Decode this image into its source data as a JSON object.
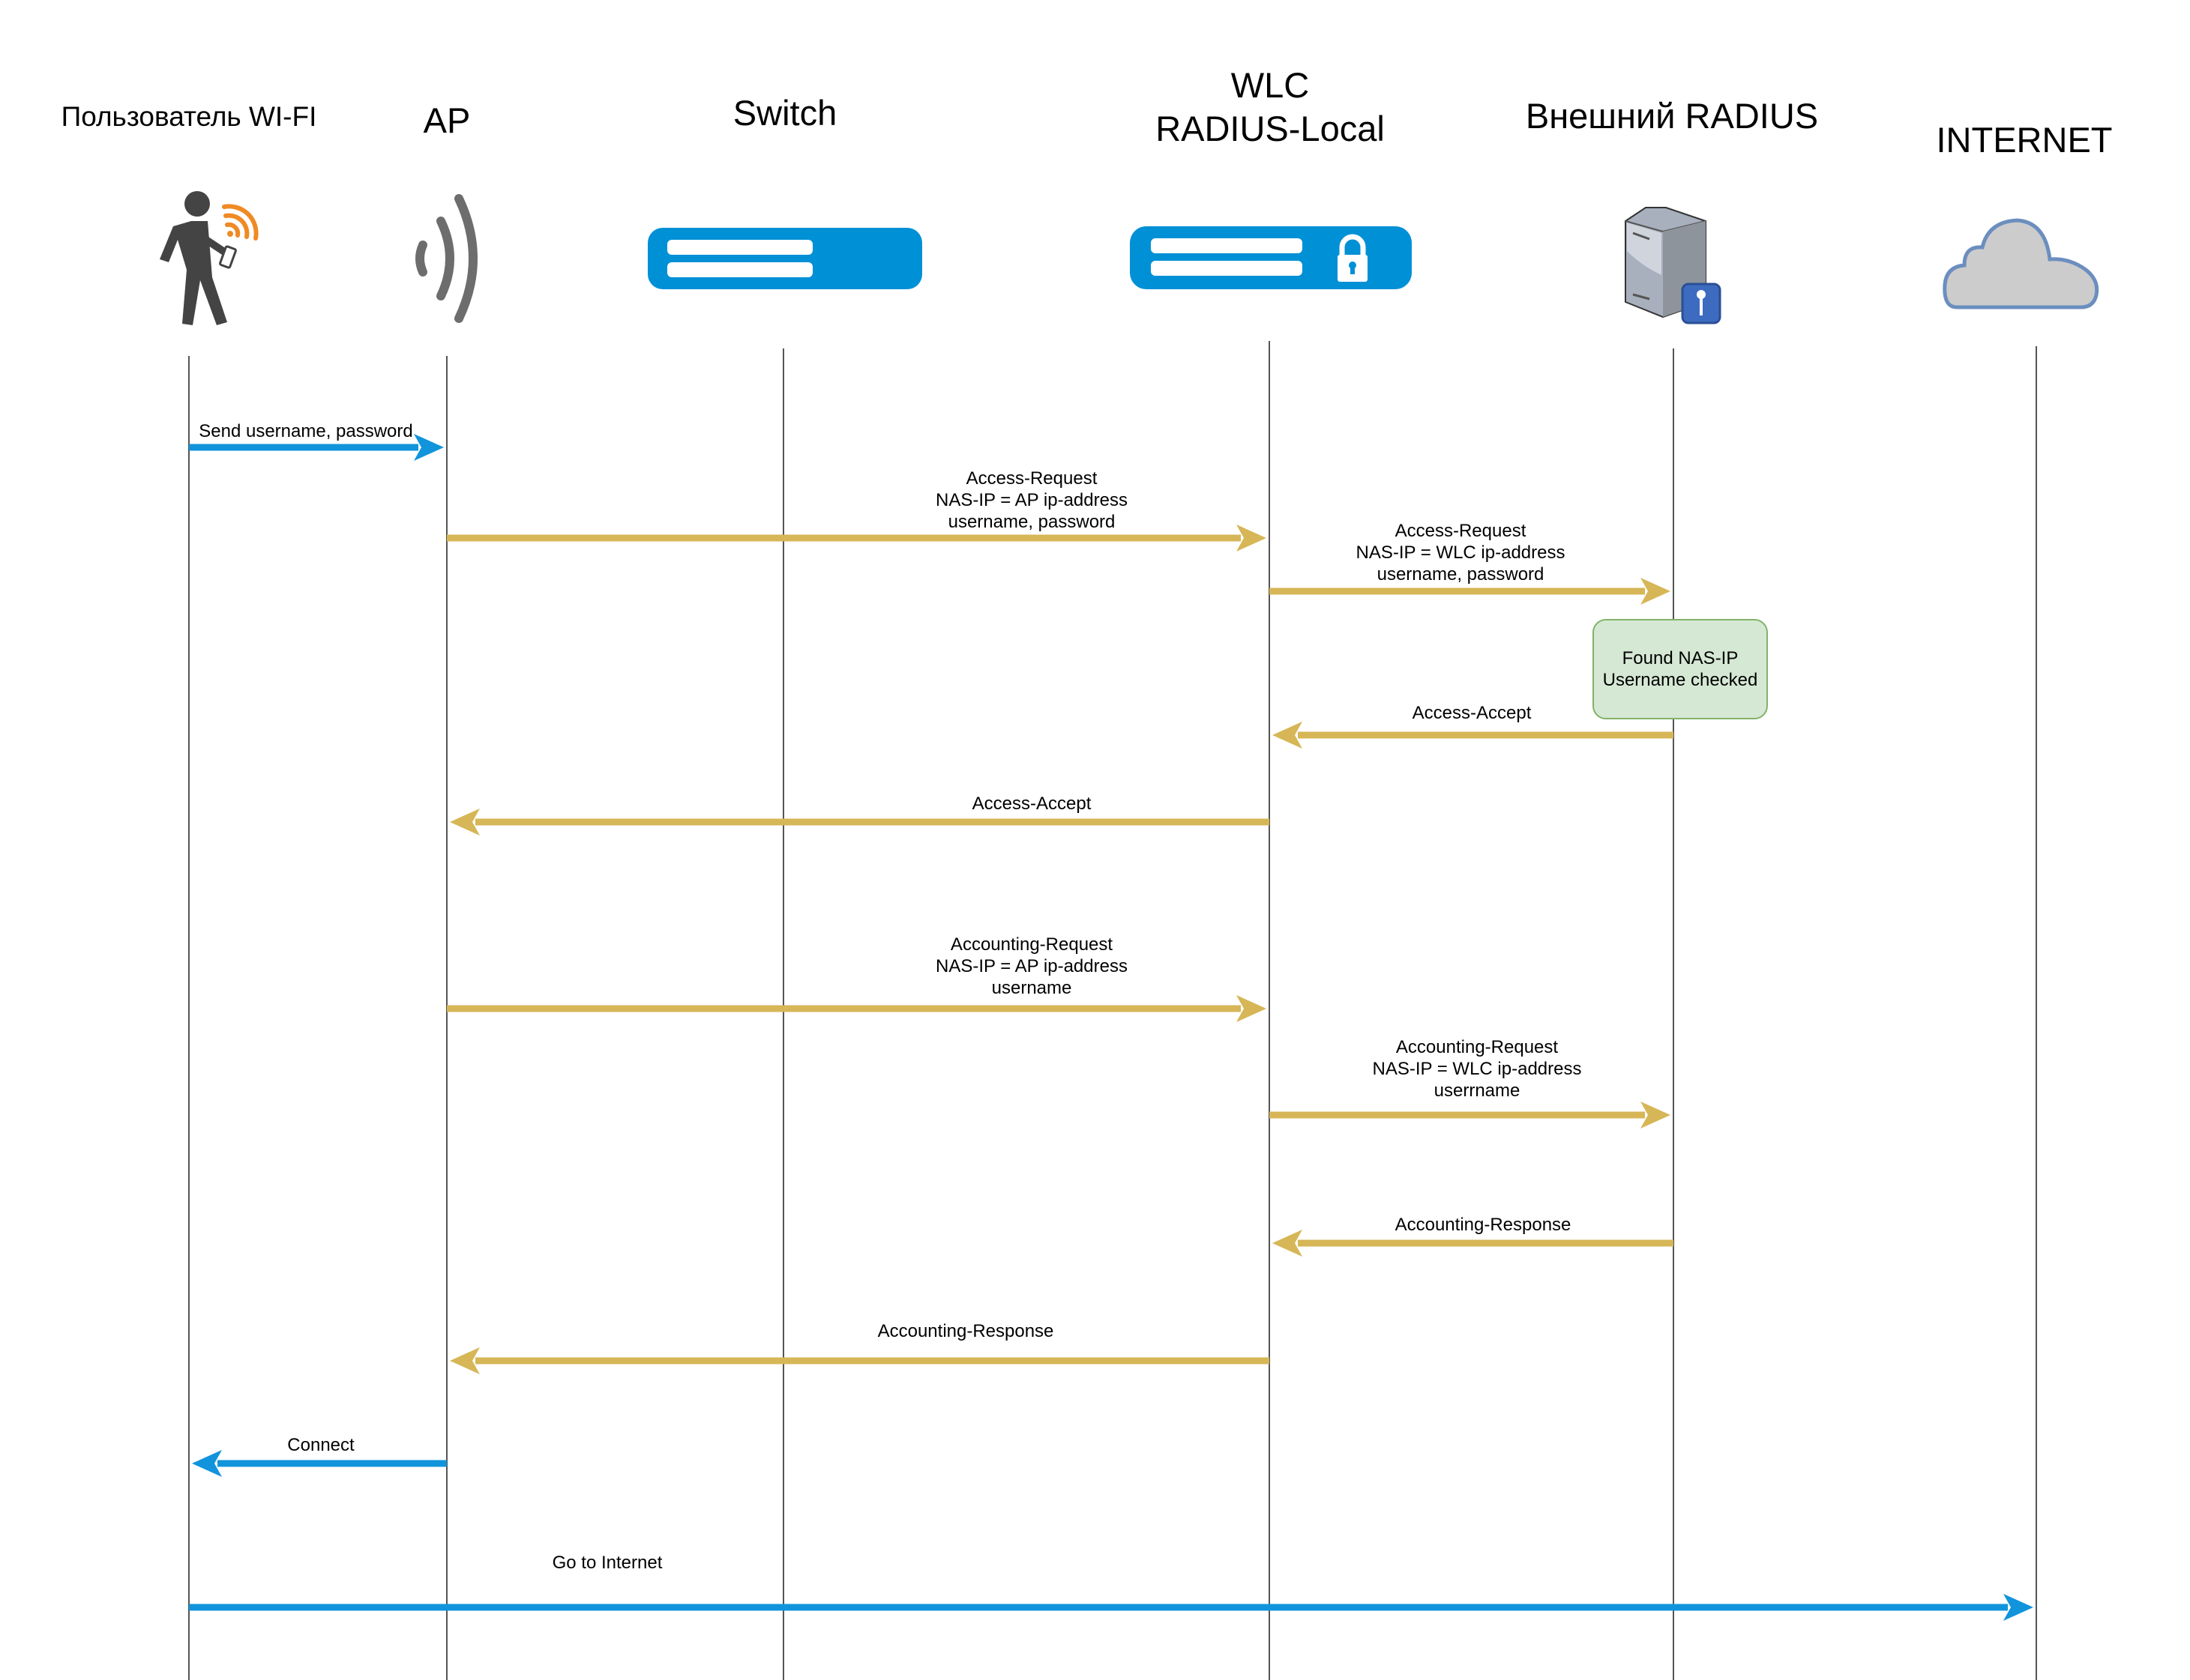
{
  "colors": {
    "blue": "#1194DB",
    "gold": "#D6B656",
    "note_fill": "#D5E8D4",
    "note_border": "#82B366",
    "device_blue": "#0090D6"
  },
  "actors": [
    {
      "id": "user",
      "title": "Пользователь WI-FI",
      "icon": "walking-person-wifi-icon"
    },
    {
      "id": "ap",
      "title": "AP",
      "icon": "wireless-signal-icon"
    },
    {
      "id": "switch",
      "title": "Switch",
      "icon": "switch-device-icon"
    },
    {
      "id": "wlc",
      "title": "WLC\nRADIUS-Local",
      "icon": "wlc-secure-device-icon"
    },
    {
      "id": "radius",
      "title": "Внешний RADIUS",
      "icon": "server-key-icon"
    },
    {
      "id": "internet",
      "title": "INTERNET",
      "icon": "cloud-icon"
    }
  ],
  "messages": [
    {
      "from": "user",
      "to": "ap",
      "color": "blue",
      "label": "Send username, password"
    },
    {
      "from": "ap",
      "to": "wlc",
      "color": "gold",
      "label": "Access-Request\nNAS-IP = AP ip-address\nusername, password"
    },
    {
      "from": "wlc",
      "to": "radius",
      "color": "gold",
      "label": "Access-Request\nNAS-IP = WLC ip-address\nusername, password"
    },
    {
      "from": "radius",
      "to": "wlc",
      "color": "gold",
      "label": "Access-Accept"
    },
    {
      "from": "wlc",
      "to": "ap",
      "color": "gold",
      "label": "Access-Accept"
    },
    {
      "from": "ap",
      "to": "wlc",
      "color": "gold",
      "label": "Accounting-Request\nNAS-IP = AP ip-address\nusername"
    },
    {
      "from": "wlc",
      "to": "radius",
      "color": "gold",
      "label": "Accounting-Request\nNAS-IP = WLC ip-address\nuserrname"
    },
    {
      "from": "radius",
      "to": "wlc",
      "color": "gold",
      "label": "Accounting-Response"
    },
    {
      "from": "wlc",
      "to": "ap",
      "color": "gold",
      "label": "Accounting-Response"
    },
    {
      "from": "ap",
      "to": "user",
      "color": "blue",
      "label": "Connect"
    },
    {
      "from": "user",
      "to": "internet",
      "color": "blue",
      "label": "Go to Internet"
    }
  ],
  "note": {
    "on": "radius",
    "text": "Found NAS-IP\nUsername checked"
  }
}
